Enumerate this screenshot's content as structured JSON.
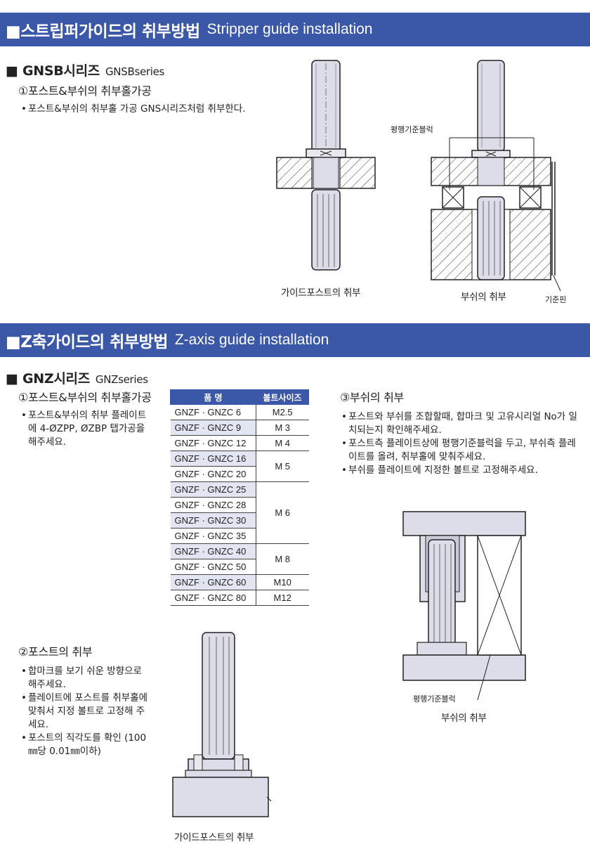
{
  "section1": {
    "title_kr": "■스트립퍼가이드의 취부방법",
    "title_en": "Stripper guide installation",
    "series_title": "■ GNSB시리즈",
    "series_en": "GNSBseries",
    "step1_title": "①포스트&부쉬의 취부홀가공",
    "step1_bullets": [
      "포스트&부쉬의 취부홀 가공 GNS시리즈처럼 취부한다."
    ],
    "fig_left_caption": "가이드포스트의 취부",
    "fig_right_caption": "부쉬의 취부",
    "fig_right_label_block": "평행기준블럭",
    "fig_right_label_pin": "기준핀"
  },
  "section2": {
    "title_kr": "■Z축가이드의 취부방법",
    "title_en": "Z-axis guide installation",
    "series_title": "■ GNZ시리즈",
    "series_en": "GNZseries",
    "step1_title": "①포스트&부쉬의 취부홀가공",
    "step1_bullets": [
      "포스트&부쉬의 취부 플레이트에 4-ØZPP, ØZBP 탭가공을 해주세요."
    ],
    "table": {
      "headers": [
        "품 명",
        "볼트사이즈"
      ],
      "rows": [
        {
          "part": "GNZF · GNZC 6",
          "bolt": "M2.5",
          "span": 1
        },
        {
          "part": "GNZF · GNZC 9",
          "bolt": "M 3",
          "span": 1
        },
        {
          "part": "GNZF · GNZC 12",
          "bolt": "M 4",
          "span": 1
        },
        {
          "part": "GNZF · GNZC 16",
          "bolt": "M 5",
          "span": 2
        },
        {
          "part": "GNZF · GNZC 20",
          "bolt": "",
          "span": 0
        },
        {
          "part": "GNZF · GNZC 25",
          "bolt": "M 6",
          "span": 4
        },
        {
          "part": "GNZF · GNZC 28",
          "bolt": "",
          "span": 0
        },
        {
          "part": "GNZF · GNZC 30",
          "bolt": "",
          "span": 0
        },
        {
          "part": "GNZF · GNZC 35",
          "bolt": "",
          "span": 0
        },
        {
          "part": "GNZF · GNZC 40",
          "bolt": "M 8",
          "span": 2
        },
        {
          "part": "GNZF · GNZC 50",
          "bolt": "",
          "span": 0
        },
        {
          "part": "GNZF · GNZC 60",
          "bolt": "M10",
          "span": 1
        },
        {
          "part": "GNZF · GNZC 80",
          "bolt": "M12",
          "span": 1
        }
      ]
    },
    "step2_title": "②포스트의 취부",
    "step2_bullets": [
      "합마크를 보기 쉬운 방향으로 해주세요.",
      "플레이트에 포스트를 취부홀에 맞춰서 지정 볼트로 고정해 주세요.",
      "포스트의 직각도를 확인 (100㎜당 0.01㎜이하)"
    ],
    "step3_title": "③부쉬의 취부",
    "step3_bullets": [
      "포스트와 부쉬를 조합할때, 합마크 및 고유시리얼 No가 일치되는지 확인해주세요.",
      "포스트측 플레이트상에 평행기준블럭을 두고, 부쉬측 플레이트를 올려, 취부홀에 맞춰주세요.",
      "부쉬를 플레이트에 지정한 볼트로 고정해주세요."
    ],
    "fig_post_caption": "가이드포스트의 취부",
    "fig_bush_caption": "부쉬의 취부",
    "fig_bush_label_block": "평행기준블럭"
  },
  "colors": {
    "accent": "#3a57a8",
    "table_alt": "#e3e6f2"
  }
}
